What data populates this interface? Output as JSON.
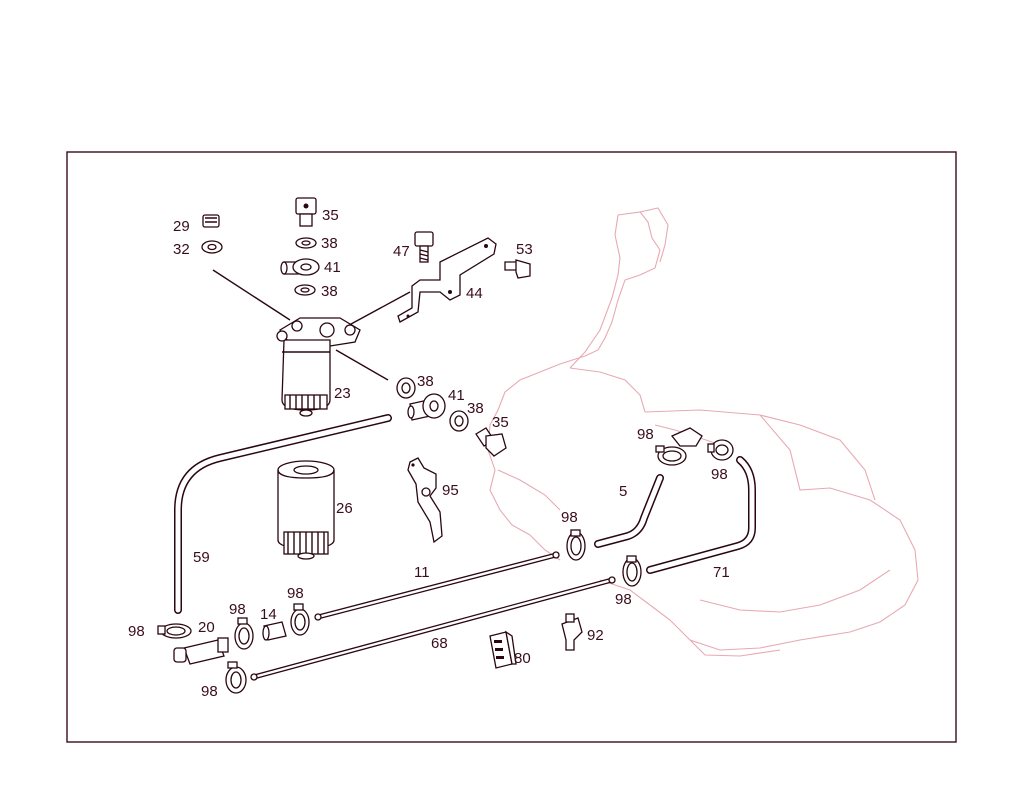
{
  "frame_color": "#3a0d1a",
  "ghost_color": "#e8a9b2",
  "labels": {
    "p29": "29",
    "p32": "32",
    "p35_top": "35",
    "p38_a": "38",
    "p41_top": "41",
    "p38_b": "38",
    "p47": "47",
    "p53": "53",
    "p44": "44",
    "p23": "23",
    "p38_c": "38",
    "p41_mid": "41",
    "p38_d": "38",
    "p35_mid": "35",
    "p98_a": "98",
    "p98_b": "98",
    "p95": "95",
    "p5": "5",
    "p26": "26",
    "p98_c": "98",
    "p59": "59",
    "p11": "11",
    "p71": "71",
    "p98_d": "98",
    "p98_e": "98",
    "p98_f": "98",
    "p14": "14",
    "p98_g": "98",
    "p20": "20",
    "p68": "68",
    "p92": "92",
    "p80": "80",
    "p98_h": "98"
  }
}
